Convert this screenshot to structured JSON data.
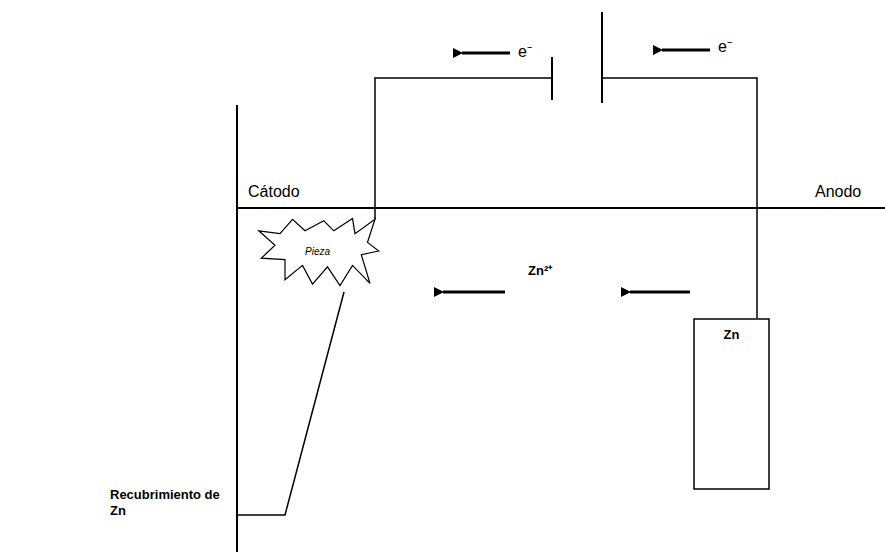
{
  "diagram": {
    "nodes": [
      {
        "text": [
          "Pieza"
        ]
      },
      {
        "text": [
          "Zn"
        ]
      }
    ],
    "edges": [
      {
        "from": 0,
        "to": 1,
        "arrow": "none"
      }
    ],
    "labels": [
      "e⁻",
      "e⁻",
      "Cátodo",
      "Anodo",
      "Zn²⁺",
      "Recubrimiento de Zn"
    ]
  }
}
